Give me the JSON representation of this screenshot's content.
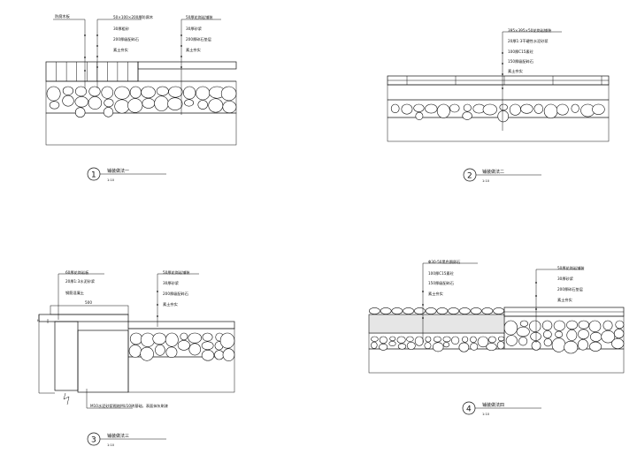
{
  "details": [
    {
      "number": "1",
      "title": "铺装做法一",
      "scale": "1:10",
      "labels_left": [
        "防腐木板"
      ],
      "labels_right_a": [
        "50×100×200厚防腐木",
        "30厚粗砂",
        "200厚级配碎石",
        "素土夯实"
      ],
      "labels_right_b": [
        "50厚花岗岩铺装",
        "30厚砂浆",
        "200厚碎石垫层",
        "素土夯实"
      ]
    },
    {
      "number": "2",
      "title": "铺装做法二",
      "scale": "1:10",
      "labels_right": [
        "395×395×50花岗岩铺装",
        "20厚1:3干硬性水泥砂浆",
        "100厚C15素砼",
        "150厚级配碎石",
        "素土夯实"
      ]
    },
    {
      "number": "3",
      "title": "铺装做法三",
      "scale": "1:10",
      "dimension": "500",
      "labels_left": [
        "60厚花岗岩板",
        "20厚1:3水泥砂浆",
        "钢筋混凝土"
      ],
      "labels_right": [
        "50厚花岗岩铺装",
        "30厚砂浆",
        "200厚级配碎石",
        "素土夯实"
      ],
      "note": "M10水泥砂浆砌筑MU10砖基础，表面抹灰刷漆"
    },
    {
      "number": "4",
      "title": "铺装做法四",
      "scale": "1:10",
      "labels_left": [
        "Φ30-50黑色鹅卵石",
        "100厚C15素砼",
        "150厚级配碎石",
        "素土夯实"
      ],
      "labels_right": [
        "50厚花岗岩铺装",
        "30厚砂浆",
        "200厚碎石垫层",
        "素土夯实"
      ]
    }
  ]
}
